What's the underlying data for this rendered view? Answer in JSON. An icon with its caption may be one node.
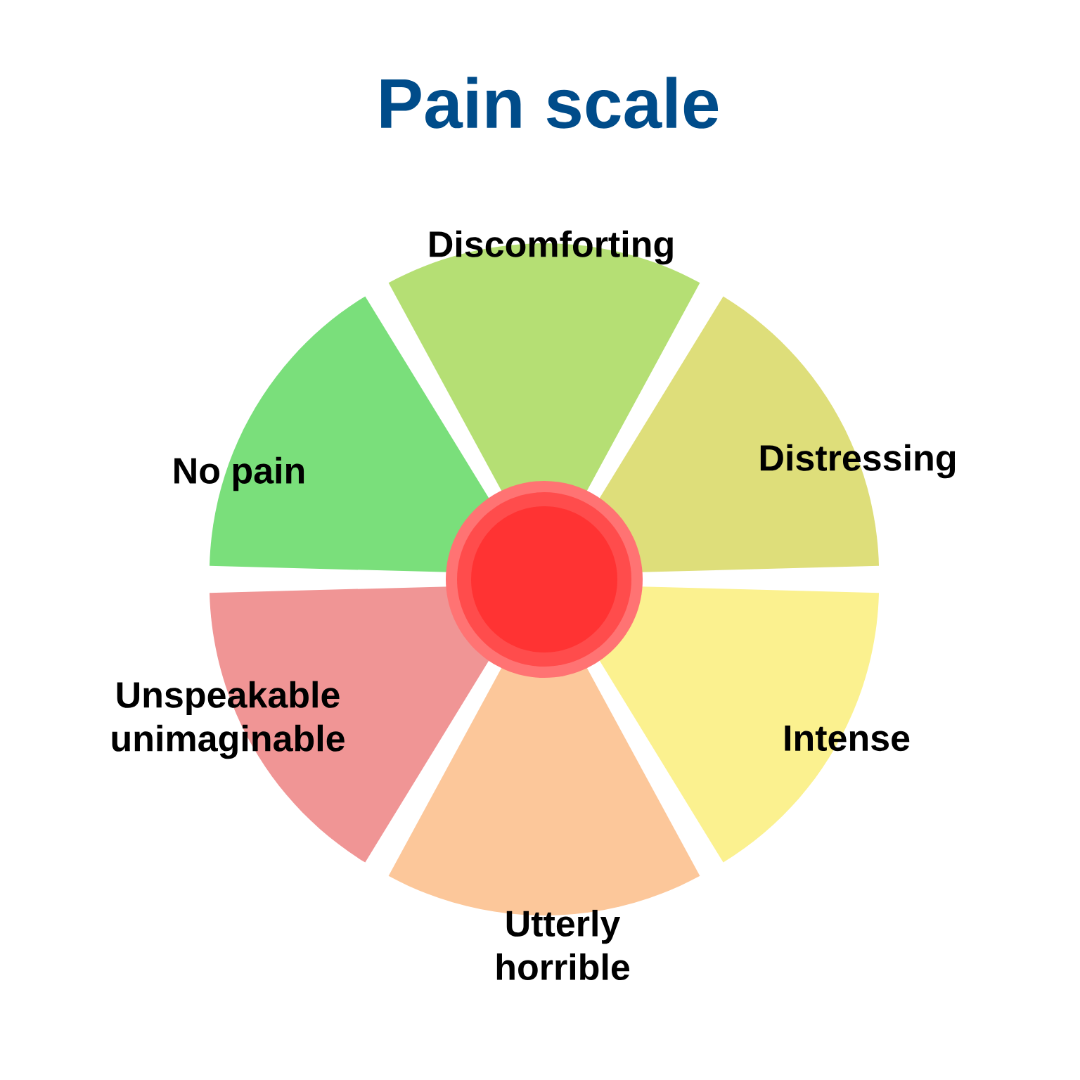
{
  "diagram": {
    "title": "Pain scale",
    "nodes": [
      {
        "text": [
          "Discomforting"
        ]
      },
      {
        "text": [
          "No pain"
        ]
      },
      {
        "text": [
          "Distressing"
        ]
      },
      {
        "text": [
          "Unspeakable unimaginable"
        ]
      },
      {
        "text": [
          "Intense"
        ]
      },
      {
        "text": [
          "Utterly horrible"
        ]
      }
    ]
  }
}
